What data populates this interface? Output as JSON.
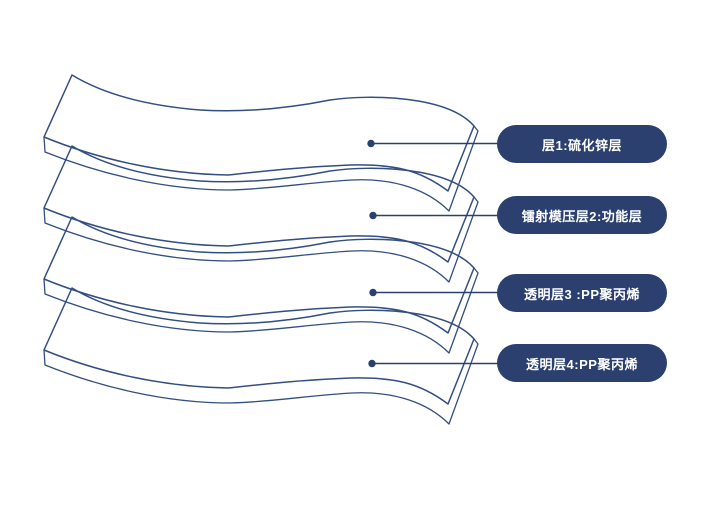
{
  "diagram": {
    "type": "layer-stack-callout",
    "colors": {
      "background": "#ffffff",
      "sheet_outline": "#324e82",
      "pill_background": "#2b406f",
      "pill_text": "#ffffff"
    },
    "layers": [
      {
        "label": "层1:硫化锌层"
      },
      {
        "label": "镭射模压层2:功能层"
      },
      {
        "label": "透明层3 :PP聚丙烯"
      },
      {
        "label": "透明层4:PP聚丙烯"
      }
    ]
  }
}
